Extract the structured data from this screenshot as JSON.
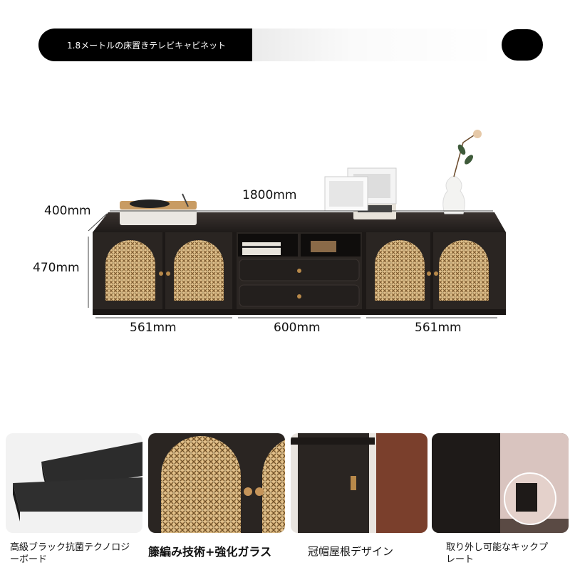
{
  "banner": {
    "title": "1.8メートルの床置きテレビキャビネット"
  },
  "dimensions": {
    "width": "1800mm",
    "depth": "400mm",
    "height": "470mm",
    "left_section": "561mm",
    "center_section": "600mm",
    "right_section": "561mm"
  },
  "features": [
    {
      "caption": "高級ブラック抗菌テクノロジーボード"
    },
    {
      "caption": "籐編み技術+強化ガラス"
    },
    {
      "caption": "冠帽屋根デザイン"
    },
    {
      "caption": "取り外し可能なキックプレート"
    }
  ],
  "colors": {
    "cabinet": "#2a2522",
    "rattan": "#c9a06a",
    "knob": "#b8894a"
  }
}
